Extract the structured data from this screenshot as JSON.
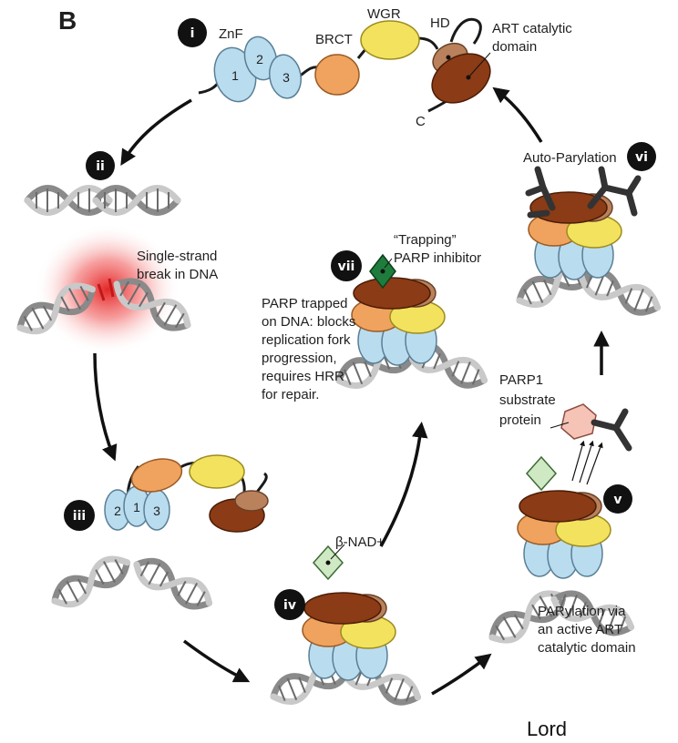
{
  "panel_label": "B",
  "credit": "Lord",
  "steps": {
    "i": "i",
    "ii": "ii",
    "iii": "iii",
    "iv": "iv",
    "v": "v",
    "vi": "vi",
    "vii": "vii"
  },
  "domains": {
    "znf": "ZnF",
    "brct": "BRCT",
    "wgr": "WGR",
    "hd": "HD",
    "art_line1": "ART catalytic",
    "art_line2": "domain",
    "c_term": "C",
    "zf1": "1",
    "zf2": "2",
    "zf3": "3"
  },
  "labels": {
    "ssb_line1": "Single-strand",
    "ssb_line2": "break in DNA",
    "nad": "β-NAD+",
    "trapping_line1": "“Trapping”",
    "trapping_line2": "PARP inhibitor",
    "trapped_lines": [
      "PARP trapped",
      "on DNA: blocks",
      "replication fork",
      "progression,",
      "requires HRR",
      "for repair."
    ],
    "auto": "Auto-Parylation",
    "substrate_lines": [
      "PARP1",
      "substrate",
      "protein"
    ],
    "parylation_lines": [
      "PARylation via",
      "an active ART",
      "catalytic domain"
    ]
  },
  "colors": {
    "znf": "#b9dcef",
    "brct": "#f0a35e",
    "wgr": "#f3e25e",
    "hd": "#b9825c",
    "art": "#8b3b15",
    "nad": "#cfe9c4",
    "inhibitor": "#1e7d3c",
    "substrate": "#f6c3b7",
    "par_chain": "#333333",
    "badge": "#111111",
    "glow": "#e31b1b"
  }
}
